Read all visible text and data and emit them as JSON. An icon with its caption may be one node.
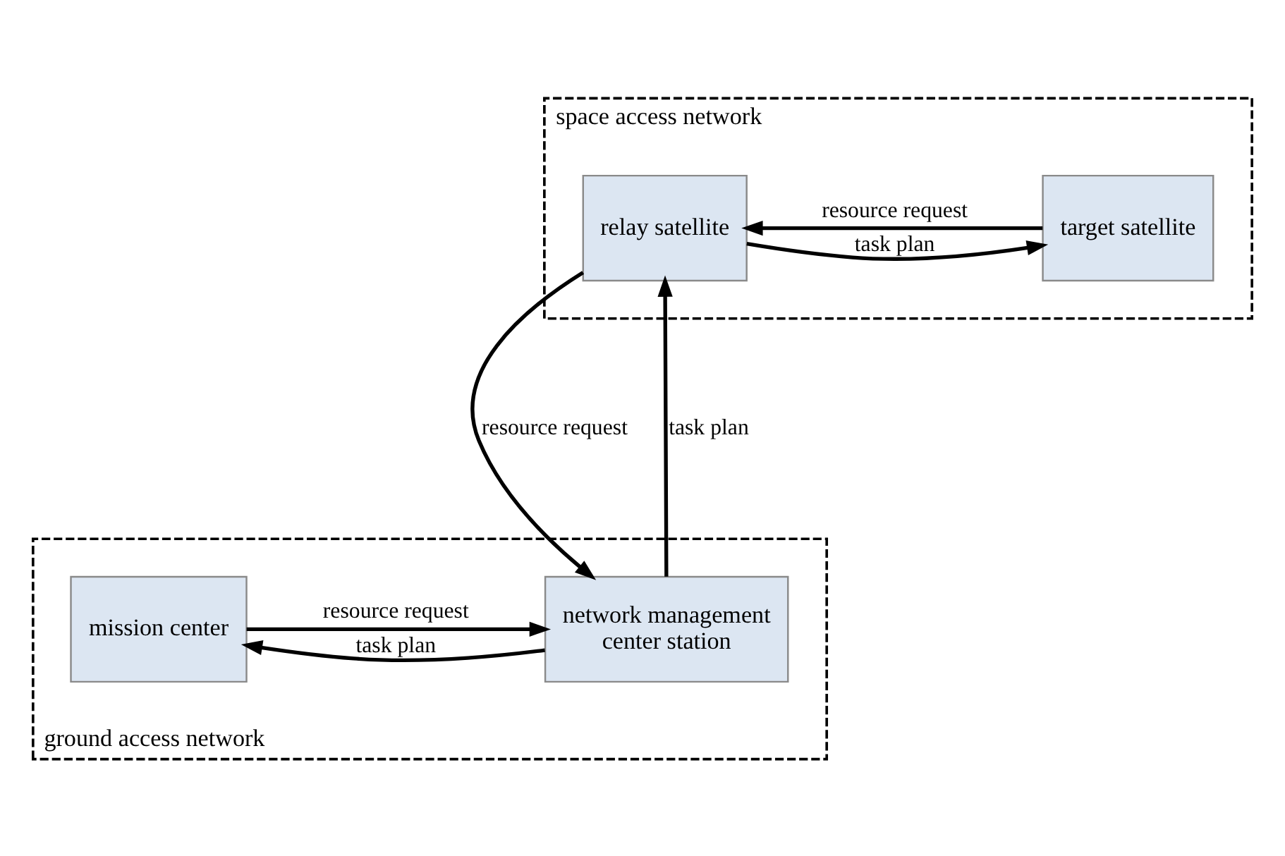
{
  "diagram": {
    "nodes": [
      {
        "text": [
          "space access network"
        ]
      },
      {
        "text": [
          "target satellite"
        ],
        "in": 0
      },
      {
        "text": [
          "relay satellite"
        ],
        "in": 0
      },
      {
        "text": [
          "ground access network"
        ]
      },
      {
        "text": [
          "network management center station"
        ],
        "in": 3
      },
      {
        "text": [
          "mission center"
        ],
        "in": 3
      }
    ],
    "edges": [
      {
        "from": 1,
        "to": 2,
        "arrow": "to",
        "label": "resource request"
      },
      {
        "from": 2,
        "to": 1,
        "arrow": "to",
        "label": "task plan"
      },
      {
        "from": 4,
        "to": 2,
        "arrow": "to",
        "label": "task plan"
      },
      {
        "from": 2,
        "to": 4,
        "arrow": "to",
        "label": "resource request"
      },
      {
        "from": 4,
        "to": 5,
        "arrow": "to",
        "label": "task plan"
      },
      {
        "from": 5,
        "to": 4,
        "arrow": "to",
        "label": "resource request"
      }
    ]
  }
}
